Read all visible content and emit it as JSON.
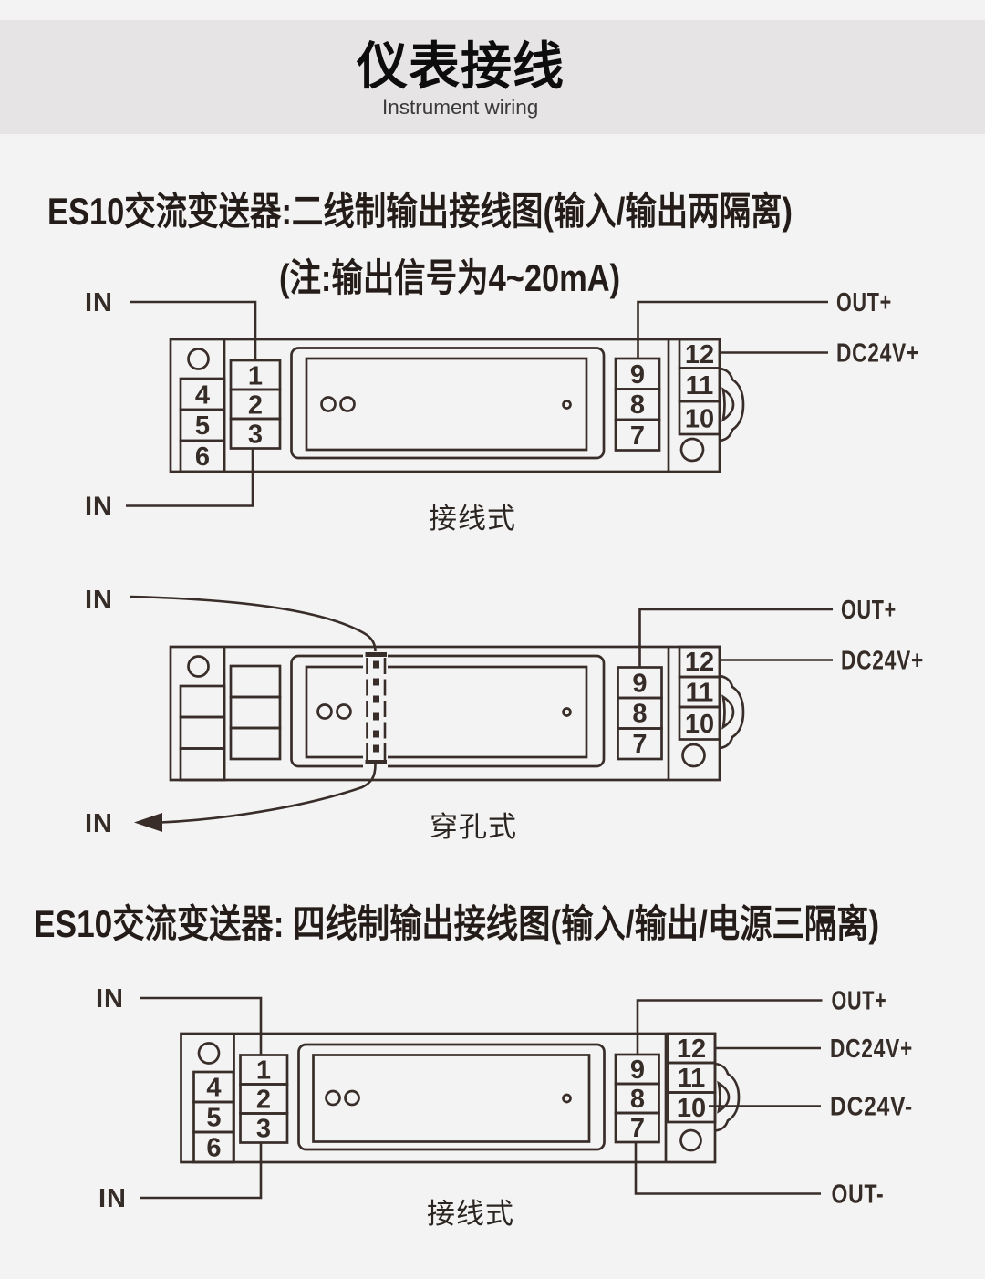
{
  "colors": {
    "background": "#f4f3f3",
    "title_band": "#e6e4e4",
    "line": "#382d29",
    "text": "#352b27"
  },
  "header": {
    "title": "仪表接线",
    "subtitle": "Instrument wiring"
  },
  "section1": {
    "line1": "ES10交流变送器:二线制输出接线图(输入/输出两隔离)",
    "line2": "(注:输出信号为4~20mA)"
  },
  "section2": {
    "line1": "ES10交流变送器: 四线制输出接线图(输入/输出/电源三隔离)"
  },
  "diagram1": {
    "caption": "接线式",
    "in_top": "IN",
    "in_bottom": "IN",
    "out_plus": "OUT+",
    "dc24v_plus": "DC24V+",
    "terminals": {
      "left": [
        "4",
        "5",
        "6"
      ],
      "inner_left": [
        "1",
        "2",
        "3"
      ],
      "inner_right": [
        "9",
        "8",
        "7"
      ],
      "right": [
        "12",
        "11",
        "10"
      ]
    }
  },
  "diagram2": {
    "caption": "穿孔式",
    "in_top": "IN",
    "in_bottom": "IN",
    "out_plus": "OUT+",
    "dc24v_plus": "DC24V+",
    "terminals": {
      "inner_right": [
        "9",
        "8",
        "7"
      ],
      "right": [
        "12",
        "11",
        "10"
      ]
    }
  },
  "diagram3": {
    "caption": "接线式",
    "in_top": "IN",
    "in_bottom": "IN",
    "out_plus": "OUT+",
    "dc24v_plus": "DC24V+",
    "dc24v_minus": "DC24V-",
    "out_minus": "OUT-",
    "terminals": {
      "left": [
        "4",
        "5",
        "6"
      ],
      "inner_left": [
        "1",
        "2",
        "3"
      ],
      "inner_right": [
        "9",
        "8",
        "7"
      ],
      "right": [
        "12",
        "11",
        "10"
      ]
    }
  }
}
